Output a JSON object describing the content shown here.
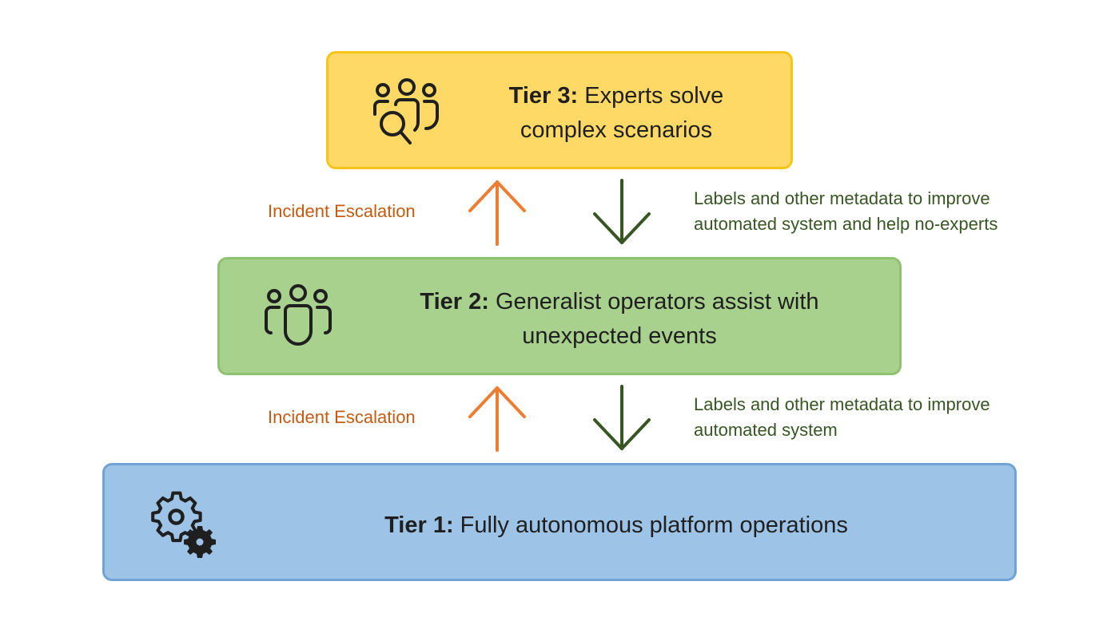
{
  "colors": {
    "tier3_fill": "#ffd966",
    "tier3_border": "#f5c518",
    "tier2_fill": "#a9d18e",
    "tier2_border": "#8dc26f",
    "tier1_fill": "#9dc3e6",
    "tier1_border": "#6fa3d6",
    "escalation": "#c55a11",
    "escalation_arrow": "#ed7d31",
    "feedback": "#375623",
    "feedback_arrow": "#375623"
  },
  "tiers": {
    "tier3": {
      "prefix": "Tier 3:",
      "text": " Experts solve complex scenarios",
      "icon": "people-search-icon"
    },
    "tier2": {
      "prefix": "Tier 2:",
      "text": " Generalist operators assist with unexpected events",
      "icon": "people-team-icon"
    },
    "tier1": {
      "prefix": "Tier 1:",
      "text": " Fully autonomous platform operations",
      "icon": "gears-icon"
    }
  },
  "connectors": {
    "upper": {
      "escalation": "Incident Escalation",
      "feedback": "Labels and other metadata to improve automated system and help no-experts"
    },
    "lower": {
      "escalation": "Incident Escalation",
      "feedback": "Labels and other metadata to improve automated system"
    }
  }
}
